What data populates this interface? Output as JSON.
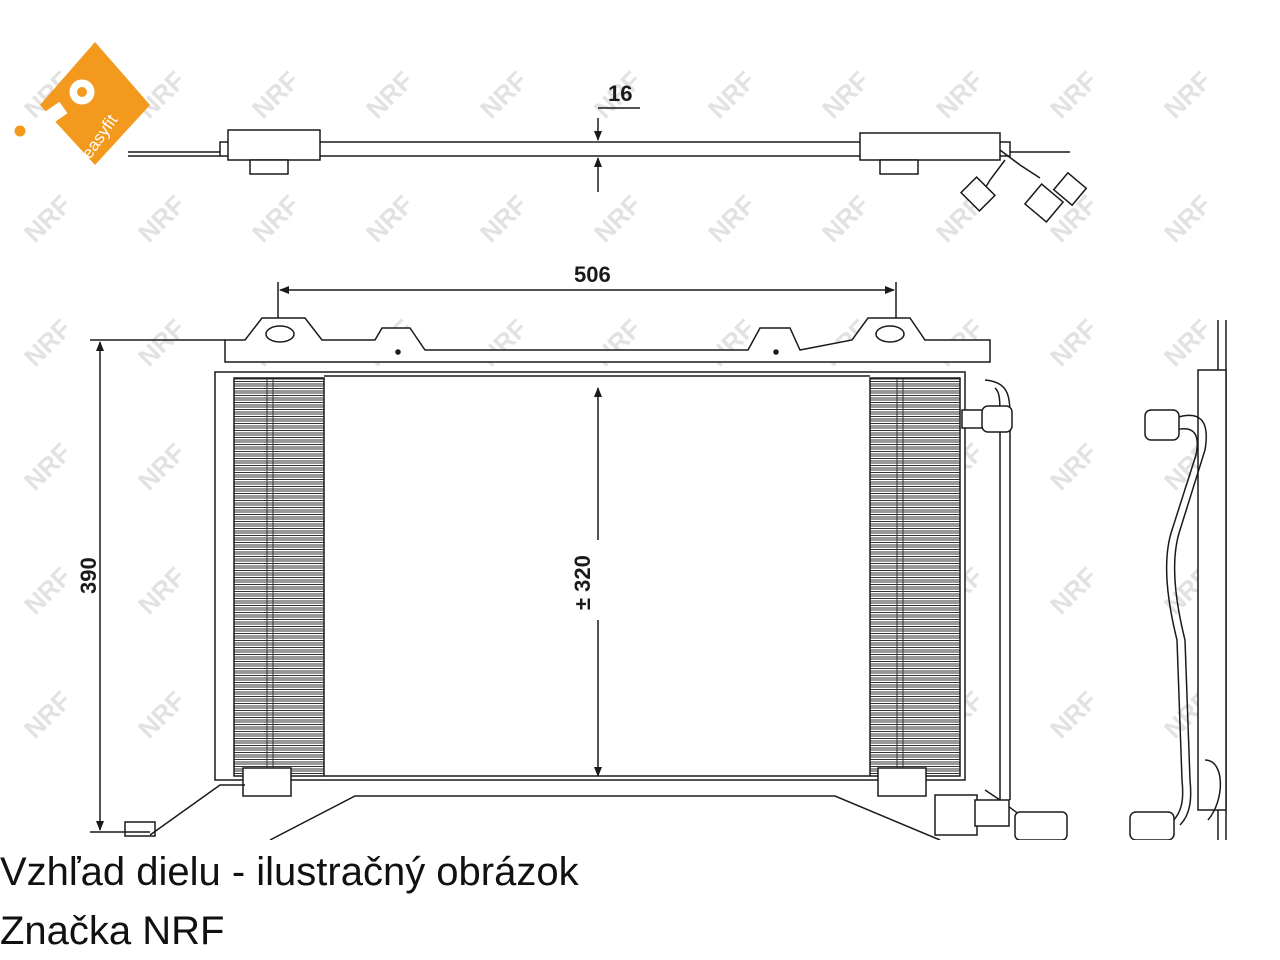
{
  "logo": {
    "text": "easyfit",
    "color": "#f39a1e"
  },
  "watermark": {
    "text": "NRF",
    "color": "#e2e2e2"
  },
  "dimensions": {
    "thickness": "16",
    "width": "506",
    "height": "390",
    "core_height": "± 320"
  },
  "caption": {
    "line1": "Vzhľad dielu - ilustračný obrázok",
    "line2": "Značka NRF"
  }
}
